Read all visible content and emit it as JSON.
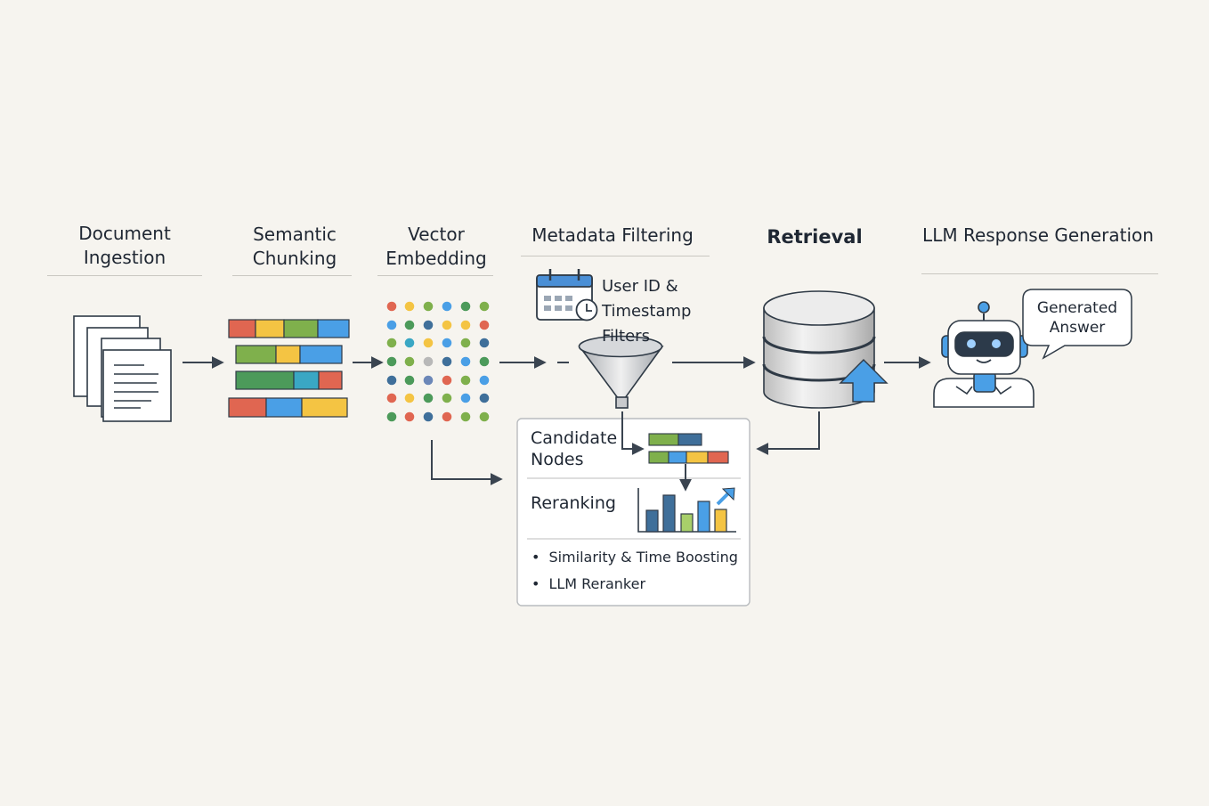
{
  "stages": {
    "ingestion": "Document Ingestion",
    "chunking": "Semantic Chunking",
    "embedding": "Vector Embedding",
    "filtering": "Metadata Filtering",
    "retrieval": "Retrieval",
    "generation": "LLM Response Generation"
  },
  "filter_label": "User ID & Timestamp Filters",
  "rerank_box": {
    "candidate_label": "Candidate Nodes",
    "reranking_label": "Reranking",
    "bullets": [
      "Similarity & Time Boosting",
      "LLM Reranker"
    ]
  },
  "answer_bubble": "Generated Answer",
  "colors": {
    "red": "#e06651",
    "yellow": "#f4c443",
    "green": "#7fb04c",
    "dark_green": "#4c9a5a",
    "blue": "#4a9fe6",
    "slate": "#3f6f9a",
    "teal": "#3aa7c4",
    "gray": "#b8b8b8",
    "arrow": "#3a4450",
    "icon_outline": "#2f3a46"
  },
  "icons": [
    "documents-icon",
    "calendar-icon",
    "clock-icon",
    "funnel-icon",
    "database-icon",
    "upload-arrow-icon",
    "robot-icon",
    "bar-chart-icon"
  ]
}
